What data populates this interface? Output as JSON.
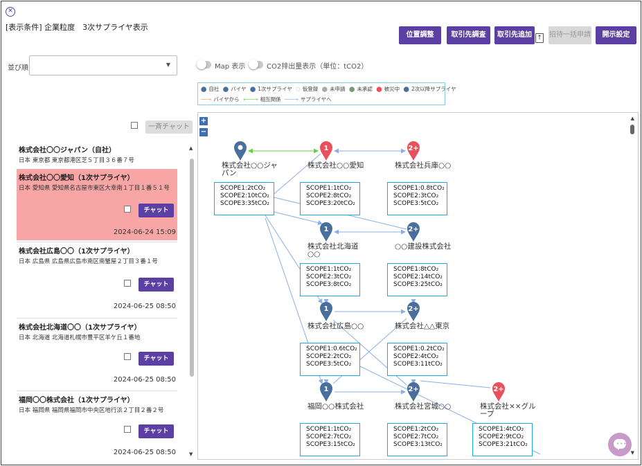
{
  "header": {
    "close_icon": "circle-x-icon",
    "condition_title": "[表示条件] 企業粒度　3次サプライヤ表示"
  },
  "toolbar": {
    "buttons": [
      {
        "label": "位置調整",
        "enabled": true
      },
      {
        "label": "取引先調査",
        "enabled": true
      },
      {
        "label": "取引先追加",
        "enabled": true
      },
      {
        "label": "招待一括申請",
        "enabled": false
      },
      {
        "label": "開示設定",
        "enabled": true
      }
    ],
    "upload_icon": "file-upload-icon",
    "accent_color": "#5b3fa3"
  },
  "sort": {
    "label": "並び順",
    "value": ""
  },
  "toggles": [
    {
      "label": "Map 表示",
      "on": false
    },
    {
      "label": "CO2排出量表示（単位：tCO2）",
      "on": false
    }
  ],
  "legend": {
    "markers": [
      "自社",
      "バイヤ",
      "1次サプライヤ",
      "仮登録",
      "未申請",
      "未承認",
      "被災中",
      "2次以降サプライヤ"
    ],
    "arrows": [
      "バイヤから",
      "相互関係",
      "サプライヤへ"
    ]
  },
  "list": {
    "bulk_chat_label": "一斉チャット",
    "items": [
      {
        "name": "株式会社〇〇ジャパン（自社）",
        "address": "日本 東京都 東京都港区芝５丁目３６番７号",
        "chat_label": "",
        "date": "",
        "selected": false
      },
      {
        "name": "株式会社〇〇愛知（1次サプライヤ）",
        "address": "日本 愛知県 愛知県名古屋市東区大幸南１丁目１番５１号",
        "chat_label": "チャット",
        "date": "2024-06-24 15:09",
        "selected": true
      },
      {
        "name": "株式会社広島〇〇（1次サプライヤ）",
        "address": "日本 広島県 広島県広島市南区南蟹屋２丁目３番１号",
        "chat_label": "チャット",
        "date": "2024-06-25 08:50",
        "selected": false
      },
      {
        "name": "株式会社北海道〇〇（1次サプライヤ）",
        "address": "日本 北海道 北海道札幌市豊平区羊ケ丘１番地",
        "chat_label": "チャット",
        "date": "2024-06-25 08:50",
        "selected": false
      },
      {
        "name": "福岡〇〇株式会社（1次サプライヤ）",
        "address": "日本 福岡県 福岡県福岡市中央区地行浜２丁目２番２号",
        "chat_label": "チャット",
        "date": "2024-06-25 08:50",
        "selected": false
      }
    ]
  },
  "graph": {
    "nodes": [
      {
        "label": "株式会社○○ジャパン",
        "marker": "self",
        "badge": "",
        "color": "#4a6f9c",
        "scopes": [
          "SCOPE1:2tCO₂",
          "SCOPE2:10tCO₂",
          "SCOPE3:35tCO₂"
        ]
      },
      {
        "label": "株式会社○○愛知",
        "marker": "affected",
        "badge": "1",
        "color": "#e8505b",
        "scopes": [
          "SCOPE1:1tCO₂",
          "SCOPE2:8tCO₂",
          "SCOPE3:20tCO₂"
        ]
      },
      {
        "label": "株式会社兵庫○○",
        "marker": "affected",
        "badge": "2+",
        "color": "#e8505b",
        "scopes": [
          "SCOPE1:0.8tCO₂",
          "SCOPE2:3tCO₂",
          "SCOPE3:5tCO₂"
        ]
      },
      {
        "label": "株式会社北海道○○",
        "marker": "tier1",
        "badge": "1",
        "color": "#4a6f9c",
        "scopes": [
          "SCOPE1:1tCO₂",
          "SCOPE2:3tCO₂",
          "SCOPE3:8tCO₂"
        ]
      },
      {
        "label": "○○建設株式会社",
        "marker": "tier2plus",
        "badge": "2+",
        "color": "#4a6f9c",
        "scopes": [
          "SCOPE1:8tCO₂",
          "SCOPE2:14tCO₂",
          "SCOPE3:25tCO₂"
        ]
      },
      {
        "label": "株式会社広島○○",
        "marker": "tier1",
        "badge": "1",
        "color": "#4a6f9c",
        "scopes": [
          "SCOPE1:0.6tCO₂",
          "SCOPE2:2tCO₂",
          "SCOPE3:5tCO₂"
        ]
      },
      {
        "label": "株式会社△△東京",
        "marker": "tier2plus",
        "badge": "2+",
        "color": "#4a6f9c",
        "scopes": [
          "SCOPE1:0.2tCO₂",
          "SCOPE2:4tCO₂",
          "SCOPE3:11tCO₂"
        ]
      },
      {
        "label": "福岡○○株式会社",
        "marker": "tier1",
        "badge": "1",
        "color": "#4a6f9c",
        "scopes": [
          "SCOPE1:1tCO₂",
          "SCOPE2:7tCO₂",
          "SCOPE3:15tCO₂"
        ]
      },
      {
        "label": "株式会社宮城○○",
        "marker": "tier2plus",
        "badge": "2+",
        "color": "#4a6f9c",
        "scopes": [
          "SCOPE1:2tCO₂",
          "SCOPE2:7tCO₂",
          "SCOPE3:13tCO₂"
        ]
      },
      {
        "label": "株式会社××グループ",
        "marker": "affected",
        "badge": "2+",
        "color": "#e8505b",
        "scopes": [
          "SCOPE1:4tCO₂",
          "SCOPE2:9tCO₂",
          "SCOPE3:21tCO₂"
        ]
      }
    ],
    "edge_colors": {
      "from_buyer": "#f0a04b",
      "mutual": "#6ccf3f",
      "to_supplier": "#8aaee6"
    },
    "zoom_in_label": "+",
    "zoom_out_label": "−"
  },
  "chat_fab_icon": "chat-bubble-icon"
}
